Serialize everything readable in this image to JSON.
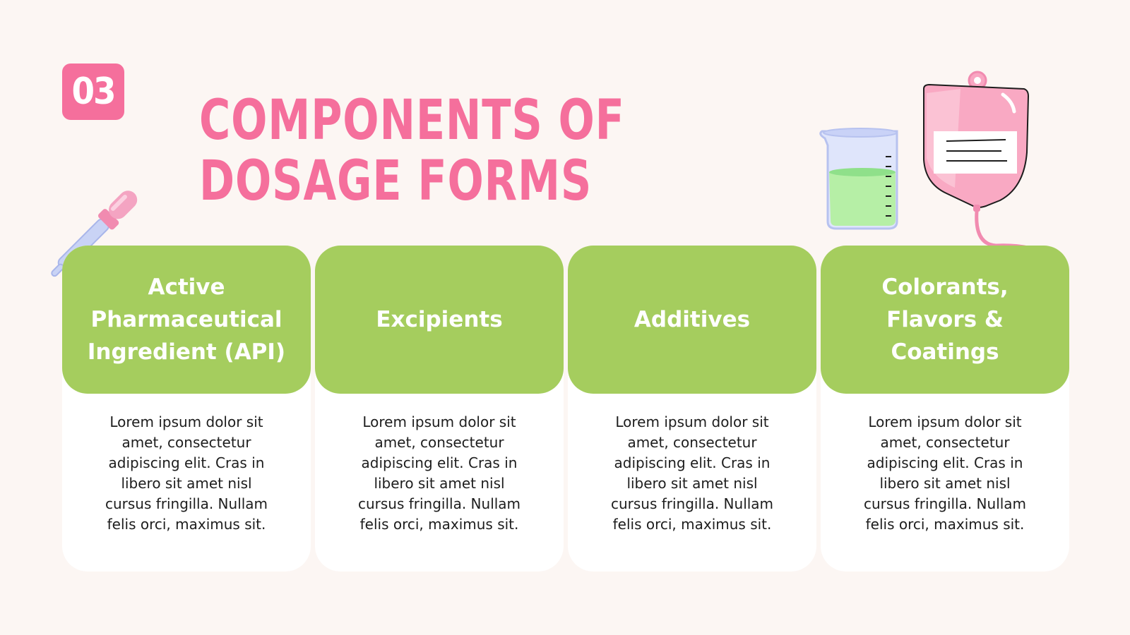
{
  "badge": "03",
  "title": {
    "line1": "COMPONENTS OF",
    "line2": "DOSAGE FORMS"
  },
  "cards": [
    {
      "heading": "Active Pharmaceutical Ingredient (API)",
      "body": "Lorem ipsum dolor sit amet, consectetur adipiscing elit. Cras in libero sit amet nisl cursus fringilla. Nullam felis orci, maximus sit."
    },
    {
      "heading": "Excipients",
      "body": "Lorem ipsum dolor sit amet, consectetur adipiscing elit. Cras in libero sit amet nisl cursus fringilla. Nullam felis orci, maximus sit."
    },
    {
      "heading": "Additives",
      "body": "Lorem ipsum dolor sit amet, consectetur adipiscing elit. Cras in libero sit amet nisl cursus fringilla. Nullam felis orci, maximus sit."
    },
    {
      "heading": "Colorants, Flavors & Coatings",
      "body": "Lorem ipsum dolor sit amet, consectetur adipiscing elit. Cras in libero sit amet nisl cursus fringilla. Nullam felis orci, maximus sit."
    }
  ],
  "colors": {
    "background": "#fcf6f3",
    "accent_pink": "#f56f9c",
    "card_green": "#a5cd5e",
    "card_white": "#ffffff"
  },
  "decorations": [
    "dropper-icon",
    "beaker-icon",
    "iv-bag-icon"
  ]
}
